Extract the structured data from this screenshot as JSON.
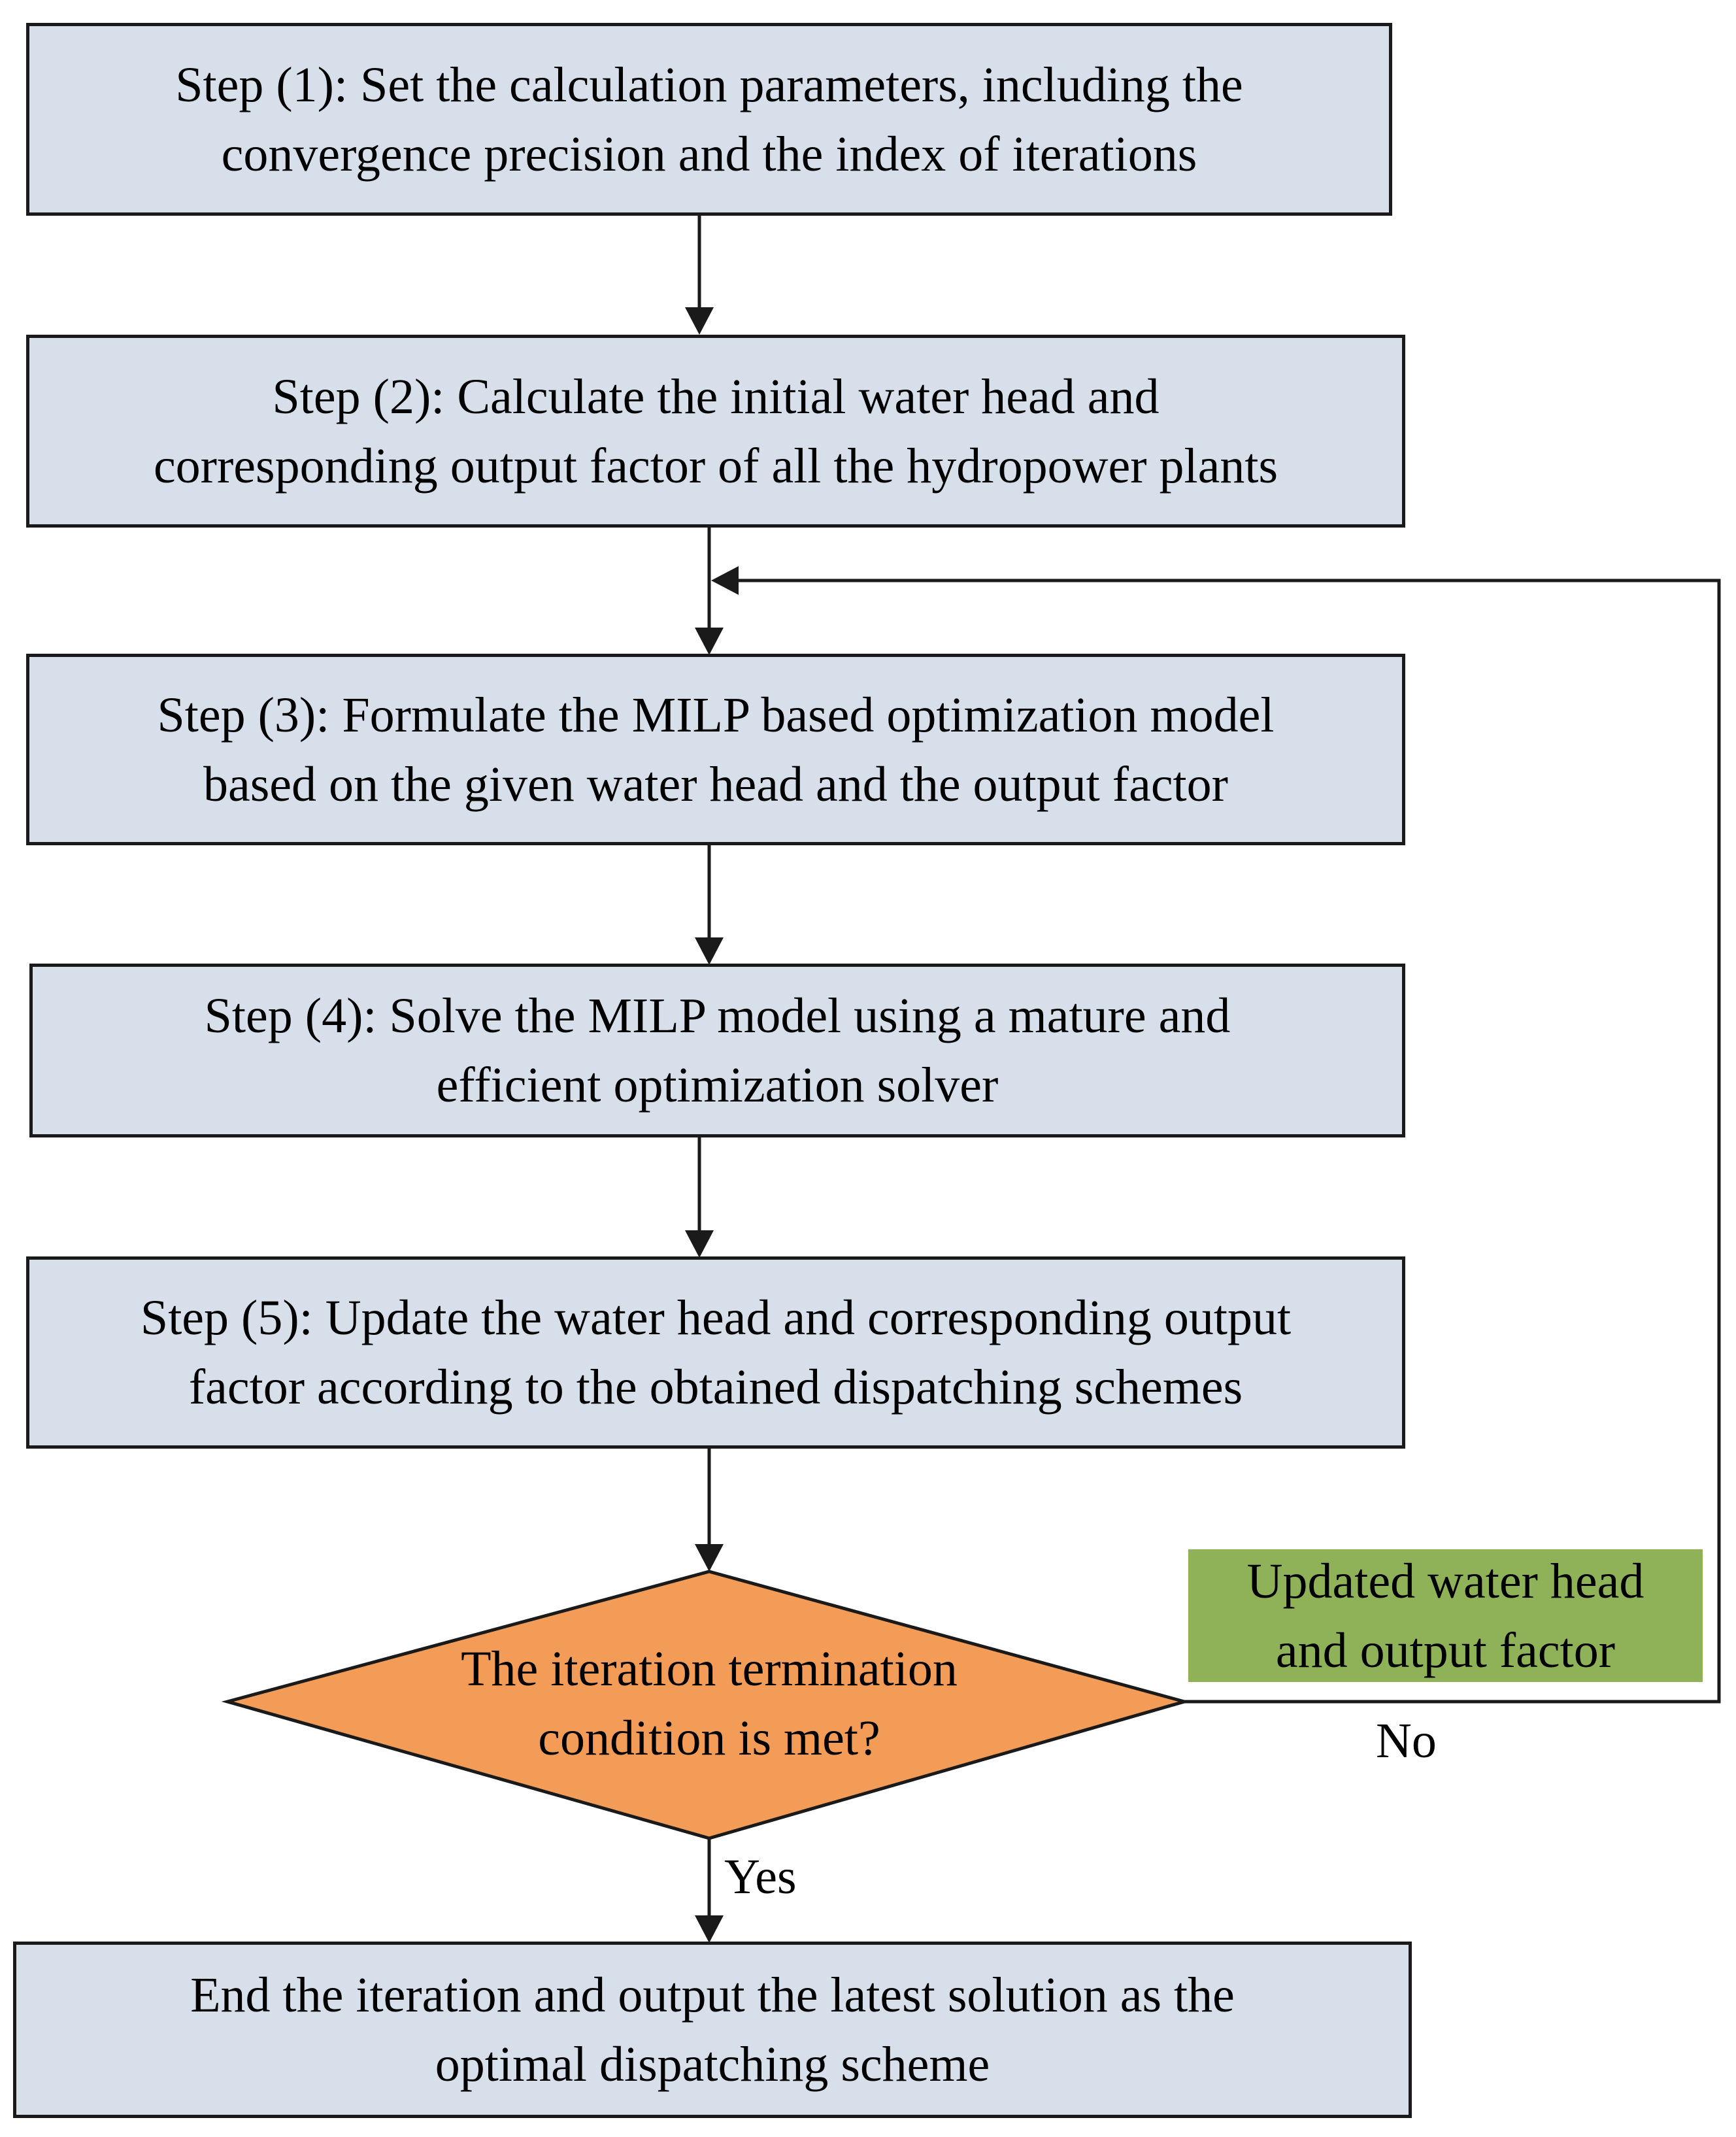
{
  "steps": [
    {
      "line1": "Step (1): Set the calculation parameters, including the",
      "line2": "convergence precision and the index of iterations"
    },
    {
      "line1": "Step (2): Calculate the initial water head and",
      "line2": "corresponding output factor of all the hydropower plants"
    },
    {
      "line1": "Step (3): Formulate the MILP based optimization model",
      "line2": "based on the given water head and the output factor"
    },
    {
      "line1": "Step (4): Solve the MILP model using a mature and",
      "line2": "efficient optimization solver"
    },
    {
      "line1": "Step (5): Update the water head and corresponding output",
      "line2": "factor  according to the obtained dispatching schemes"
    }
  ],
  "decision": {
    "line1": "The iteration termination",
    "line2": "condition is met?"
  },
  "feedback_note": {
    "line1": "Updated water head",
    "line2": "and output factor"
  },
  "labels": {
    "no": "No",
    "yes": "Yes"
  },
  "end": {
    "line1": "End the iteration and output the latest solution as the",
    "line2": "optimal dispatching scheme"
  },
  "colors": {
    "box_fill": "#d6dfea",
    "decision_fill": "#f29c58",
    "note_fill": "#8fb258",
    "line": "#1a1a1a"
  }
}
